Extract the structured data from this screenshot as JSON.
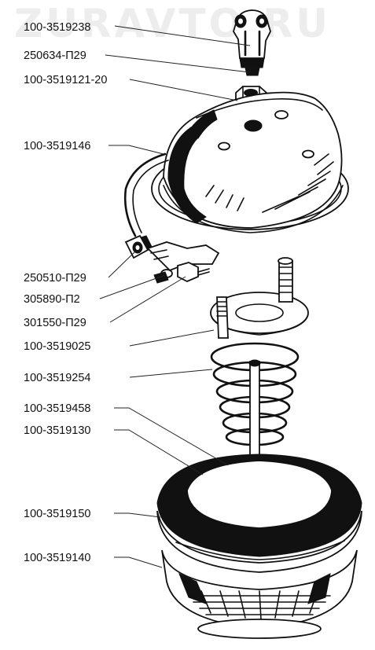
{
  "watermark": "ZURAVTO.RU",
  "callouts": [
    {
      "id": "part-bracket-top",
      "label": "100-3519238"
    },
    {
      "id": "part-washer-top",
      "label": "250634-П29"
    },
    {
      "id": "part-nut-top",
      "label": "100-3519121-20"
    },
    {
      "id": "part-housing-clamp",
      "label": "100-3519146"
    },
    {
      "id": "part-nut-clamp",
      "label": "250510-П29"
    },
    {
      "id": "part-washer-clamp",
      "label": "305890-П2"
    },
    {
      "id": "part-bolt-clamp",
      "label": "301550-П29"
    },
    {
      "id": "part-spring-plate",
      "label": "100-3519025"
    },
    {
      "id": "part-spring",
      "label": "100-3519254"
    },
    {
      "id": "part-rod",
      "label": "100-3519458"
    },
    {
      "id": "part-diaphragm-disc",
      "label": "100-3519130"
    },
    {
      "id": "part-diaphragm",
      "label": "100-3519150"
    },
    {
      "id": "part-lower-housing",
      "label": "100-3519140"
    }
  ]
}
